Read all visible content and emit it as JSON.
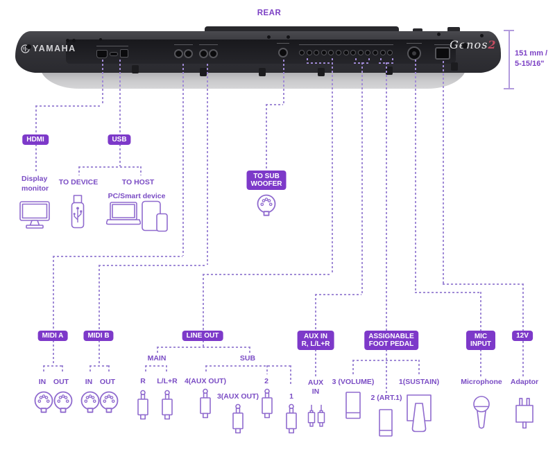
{
  "title": "REAR",
  "dimension": {
    "line1": "151 mm /",
    "line2": "5-15/16\""
  },
  "keyboard": {
    "brand": "YAMAHA",
    "model_name": "Genos",
    "model_number": "2"
  },
  "connections": {
    "hdmi": {
      "badge": "HDMI",
      "device_line1": "Display",
      "device_line2": "monitor"
    },
    "usb": {
      "badge": "USB",
      "to_device": "TO DEVICE",
      "to_host": "TO HOST",
      "host_device": "PC/Smart device"
    },
    "subwoofer": {
      "badge_line1": "TO SUB",
      "badge_line2": "WOOFER"
    },
    "midi_a": {
      "badge": "MIDI A",
      "in": "IN",
      "out": "OUT"
    },
    "midi_b": {
      "badge": "MIDI B",
      "in": "IN",
      "out": "OUT"
    },
    "line_out": {
      "badge": "LINE OUT",
      "main": "MAIN",
      "sub": "SUB",
      "main_r": "R",
      "main_l": "L/L+R",
      "sub_4": "4(AUX OUT)",
      "sub_3": "3(AUX OUT)",
      "sub_2": "2",
      "sub_1": "1"
    },
    "aux_in": {
      "badge_line1": "AUX IN",
      "badge_line2": "R, L/L+R",
      "label_line1": "AUX",
      "label_line2": "IN"
    },
    "foot_pedal": {
      "badge_line1": "ASSIGNABLE",
      "badge_line2": "FOOT PEDAL",
      "pedal_3": "3 (VOLUME)",
      "pedal_2": "2 (ART.1)",
      "pedal_1": "1(SUSTAIN)"
    },
    "mic": {
      "badge_line1": "MIC",
      "badge_line2": "INPUT",
      "device": "Microphone"
    },
    "power": {
      "badge": "12V",
      "device": "Adaptor"
    }
  },
  "icons": {
    "display": "monitor-icon",
    "usb_memory": "usb-stick-icon",
    "computer": "laptop-icon",
    "smart_device": "smart-device-icon",
    "din": "din-connector-icon",
    "phone_plug": "phone-plug-icon",
    "rca_plug": "rca-plug-icon",
    "volume_pedal": "volume-pedal-icon",
    "art_pedal": "art-pedal-icon",
    "sustain_pedal": "sustain-pedal-icon",
    "microphone": "microphone-icon",
    "adaptor": "power-adaptor-icon"
  },
  "colors": {
    "badge_bg": "#7d39c9",
    "label_text": "#7a4cc4",
    "dash_line": "#a08ad6",
    "icon_stroke": "#8f6ace",
    "title_text": "#7b3fc4",
    "genos_accent": "#c44b60"
  }
}
